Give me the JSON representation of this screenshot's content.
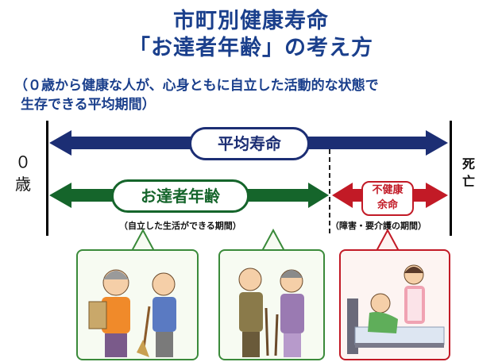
{
  "title": {
    "line1": "市町別健康寿命",
    "line2": "「お達者年齢」の考え方"
  },
  "subtitle": {
    "line1": "（０歳から健康な人が、心身ともに自立した活動的な状態で",
    "line2": "生存できる平均期間）"
  },
  "axis": {
    "start_label": "０歳",
    "end_label": "死亡"
  },
  "arrows": {
    "average_lifespan": "平均寿命",
    "healthy_age": "お達者年齢",
    "unhealthy_remaining_line1": "不健康",
    "unhealthy_remaining_line2": "余命"
  },
  "captions": {
    "independent_period": "（自立した生活ができる期間）",
    "care_period": "（障害・要介護の期間）"
  },
  "colors": {
    "title_blue": "#1a3f8c",
    "lifespan_arrow": "#1c2e74",
    "healthy_arrow": "#15652b",
    "unhealthy_arrow": "#c21a26",
    "panel_green": "#3a8a3a"
  },
  "icons": [
    "elderly-couple-active-icon",
    "elderly-couple-walking-icon",
    "caregiver-bed-icon"
  ]
}
